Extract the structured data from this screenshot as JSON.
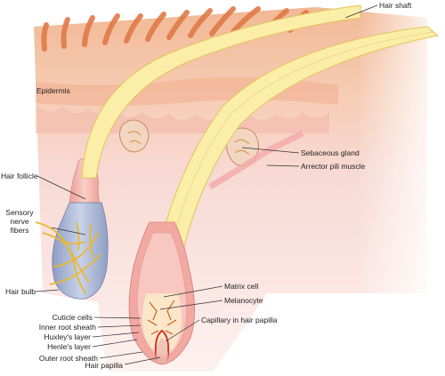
{
  "labels": {
    "hair_shaft": "Hair shaft",
    "epidermis": "Epidermis",
    "sebaceous_gland": "Sebaceous gland",
    "arrector_pili": "Arrector pili muscle",
    "hair_follicle": "Hair follicle",
    "sensory_nerve_1": "Sensory",
    "sensory_nerve_2": "nerve",
    "sensory_nerve_3": "fibers",
    "hair_bulb": "Hair bulb",
    "matrix_cell": "Matrix cell",
    "melanocyte": "Melanocyte",
    "capillary": "Capillary in hair papilla",
    "cuticle_cells": "Cuticle cells",
    "inner_root_sheath": "Inner root sheath",
    "huxleys_layer": "Huxley's layer",
    "henles_layer": "Henle's layer",
    "outer_root_sheath": "Outer root sheath",
    "hair_papilla": "Hair papilla"
  },
  "colors": {
    "skin_top": "#f4c3a5",
    "skin_mid": "#f7d7cf",
    "dermis": "#fae3e2",
    "hair_fill": "#fbeea9",
    "hair_edge": "#e8c96a",
    "follicle_pink": "#f3b3ae",
    "bulb_blue": "#a9b6d3",
    "nerve_yellow": "#f0c64a",
    "capillary_red": "#d8322a"
  }
}
